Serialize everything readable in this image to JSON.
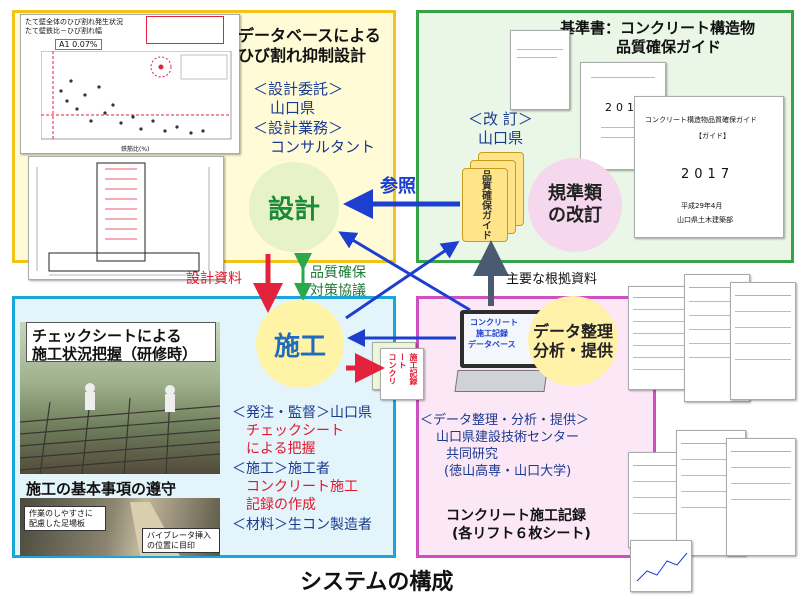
{
  "design_panel": {
    "title_line1": "データベースによる",
    "title_line2": "ひび割れ抑制設計",
    "commission_label": "＜設計委託＞",
    "commission_value": "山口県",
    "work_label": "＜設計業務＞",
    "work_value": "コンサルタント",
    "graph_title": "たて壁全体のひび割れ発生状況",
    "graph_subtitle": "たて壁鉄比－ひび割れ幅",
    "graph_badge": "A1 0.07%",
    "graph_xlabel": "鉄筋比(%)"
  },
  "standards_panel": {
    "title_line1": "基準書：コンクリート構造物",
    "title_line2": "品質確保ガイド",
    "revision_label": "＜改 訂＞",
    "revision_value": "山口県",
    "guide_card_text": "品質確保ガイド",
    "doc_title": "コンクリート構造物品質確保ガイド",
    "doc_subtitle": "【ガイド】",
    "doc_year_2016": "2016",
    "doc_year_2017": "2017",
    "doc_date": "平成29年4月",
    "doc_org": "山口県土木建築部"
  },
  "construct_panel": {
    "checksheet_line1": "チェックシートによる",
    "checksheet_line2": "施工状況把握（研修時）",
    "order_label": "＜発注・監督＞山口県",
    "order_red_1": "チェックシート",
    "order_red_2": "による把握",
    "work_label": "＜施工＞施工者",
    "work_red_1": "コンクリート施工",
    "work_red_2": "記録の作成",
    "material_label": "＜材料＞生コン製造者",
    "basics_caption": "施工の基本事項の遵守",
    "scaffold_note_1": "作業のしやすさに",
    "scaffold_note_2": "配慮した足場板",
    "vibrator_note_1": "バイブレータ挿入",
    "vibrator_note_2": "の位置に目印"
  },
  "data_panel": {
    "dp_label": "＜データ整理・分析・提供＞",
    "dp_org": "山口県建設技術センター",
    "dp_joint": "共同研究",
    "dp_partners": "(徳山高専・山口大学)",
    "records_line1": "コンクリート施工記録",
    "records_line2": "(各リフト６枚シート)",
    "laptop_line1": "コンクリート",
    "laptop_line2": "施工記録",
    "laptop_line3": "データベース",
    "record_tag_1": "コンクリ",
    "record_tag_2": "ート",
    "record_tag_3": "施工記録"
  },
  "nodes": {
    "design": "設計",
    "construction": "施工",
    "standards_line1": "規準類",
    "standards_line2": "の改訂",
    "data_line1": "データ整理",
    "data_line2": "分析・提供"
  },
  "arrows": {
    "reference": "参照",
    "design_docs": "設計資料",
    "quality_line1": "品質確保",
    "quality_line2": "対策協議",
    "main_basis": "主要な根拠資料"
  },
  "footer_title": "システムの構成",
  "colors": {
    "arrow_blue": "#1d3fcf",
    "arrow_red": "#e3223b",
    "arrow_green": "#2aa84a",
    "arrow_slate": "#4a5a70"
  }
}
